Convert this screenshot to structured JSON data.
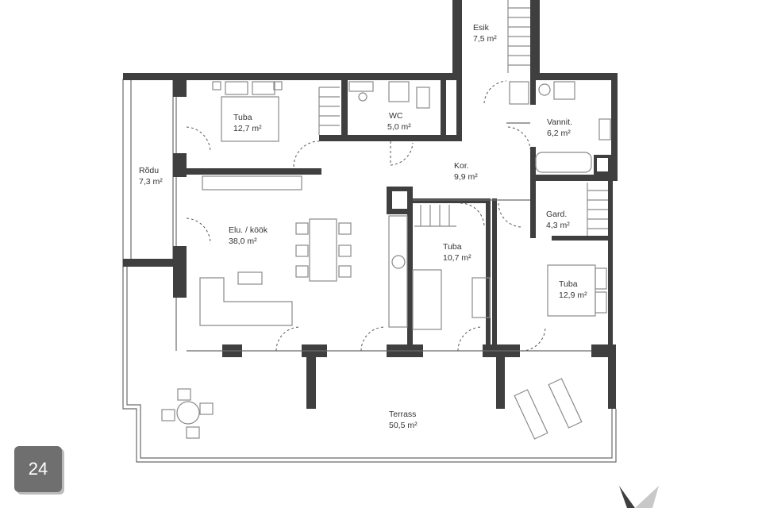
{
  "plan_number": "24",
  "rooms": [
    {
      "name": "Esik",
      "area": "7,5 m²"
    },
    {
      "name": "Tuba",
      "area": "12,7 m²"
    },
    {
      "name": "WC",
      "area": "5,0 m²"
    },
    {
      "name": "Vannit.",
      "area": "6,2 m²"
    },
    {
      "name": "Rõdu",
      "area": "7,3 m²"
    },
    {
      "name": "Kor.",
      "area": "9,9 m²"
    },
    {
      "name": "Gard.",
      "area": "4,3 m²"
    },
    {
      "name": "Elu. / köök",
      "area": "38,0 m²"
    },
    {
      "name": "Tuba",
      "area": "10,7 m²"
    },
    {
      "name": "Tuba",
      "area": "12,9 m²"
    },
    {
      "name": "Terrass",
      "area": "50,5 m²"
    }
  ],
  "colors": {
    "wall": "#3f3f3f",
    "badge": "#6f6f6f"
  }
}
